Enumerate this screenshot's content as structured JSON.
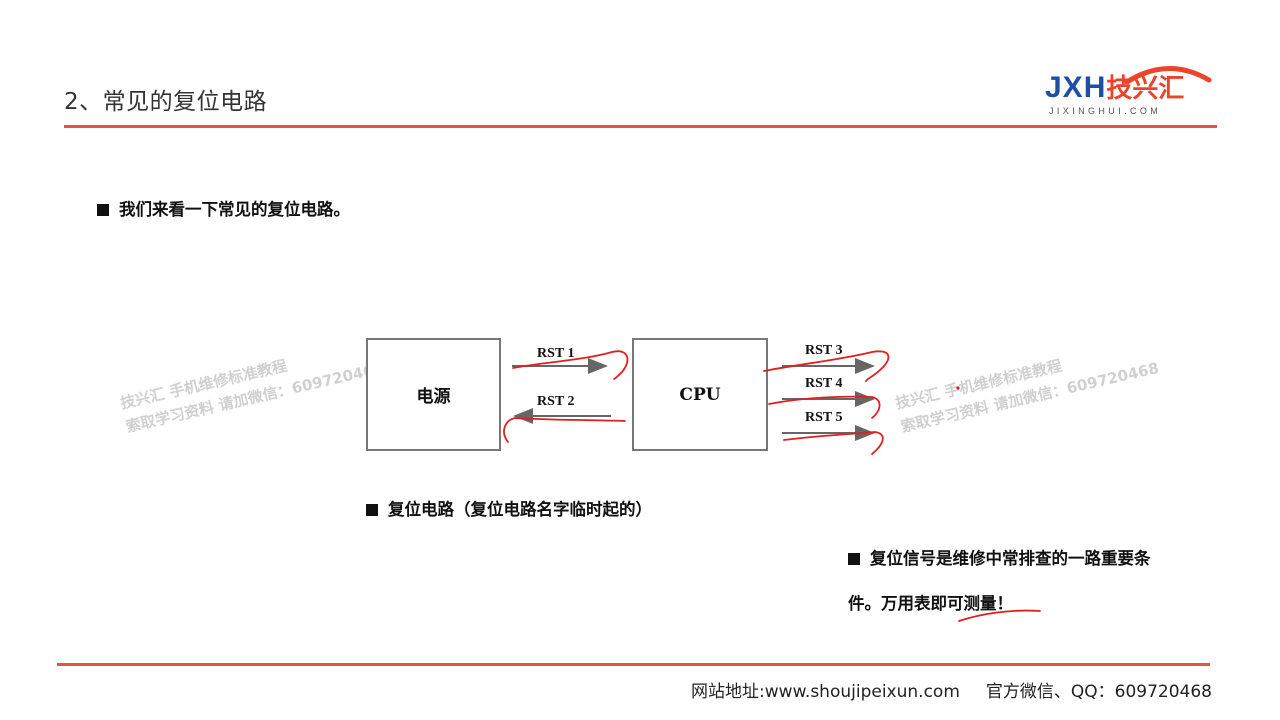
{
  "header": {
    "title": "2、常见的复位电路",
    "logo": {
      "letters": "JXH",
      "chinese": "技兴汇",
      "domain": "JIXINGHUI.COM"
    }
  },
  "bullets": {
    "intro": "我们来看一下常见的复位电路。",
    "caption": "复位电路（复位电路名字临时起的）",
    "note_line1": "复位信号是维修中常排查的一路重要条",
    "note_line2": "件。万用表即可测量！"
  },
  "diagram": {
    "power_label": "电源",
    "cpu_label": "CPU",
    "signals": [
      "RST 1",
      "RST 2",
      "RST 3",
      "RST 4",
      "RST 5"
    ]
  },
  "watermark": {
    "line1": "技兴汇 手机维修标准教程",
    "line2": "索取学习资料 请加微信：609720468"
  },
  "footer": {
    "website": "网站地址:www.shoujipeixun.com",
    "contact": "官方微信、QQ：609720468"
  },
  "colors": {
    "accent_red": "#e2573a",
    "logo_blue": "#1e4fa3",
    "annotation_red": "#e02020",
    "arrow_gray": "#666666"
  }
}
